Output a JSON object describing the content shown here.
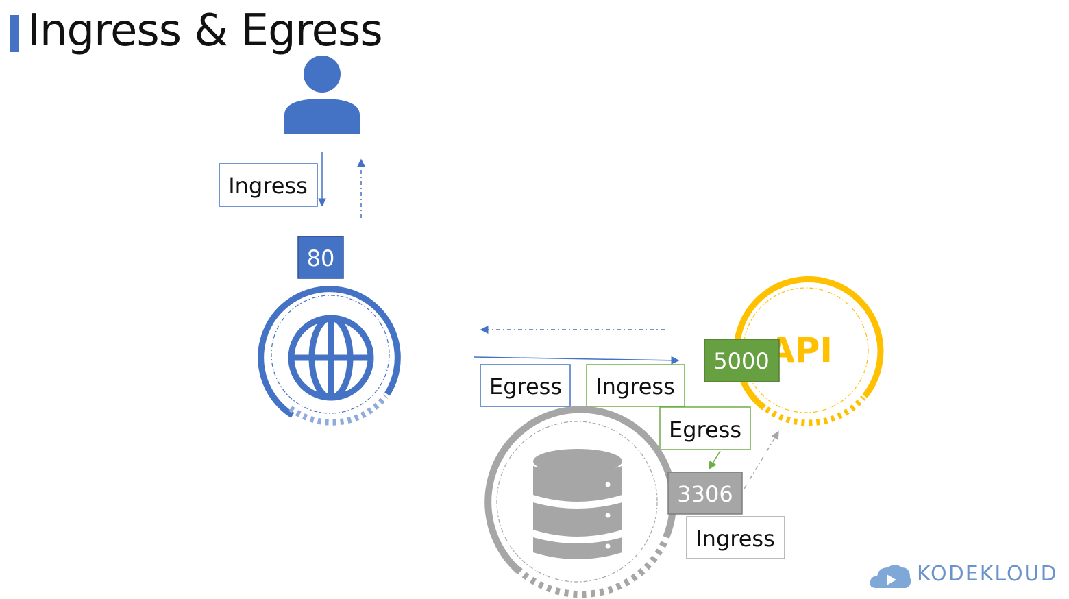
{
  "title": "Ingress & Egress",
  "labels": {
    "user_ingress": "Ingress",
    "web_port": "80",
    "web_egress": "Egress",
    "api_ingress": "Ingress",
    "api_port": "5000",
    "api_name": "API",
    "api_egress": "Egress",
    "db_port": "3306",
    "db_ingress": "Ingress"
  },
  "brand": {
    "name": "KODEKLOUD"
  },
  "colors": {
    "blue": "#4472c4",
    "green": "#70ad47",
    "green_box": "#66a040",
    "gray": "#a6a6a6",
    "gold": "#ffc000"
  },
  "icons": [
    "user-icon",
    "globe-icon",
    "database-icon",
    "cloud-logo-icon"
  ]
}
